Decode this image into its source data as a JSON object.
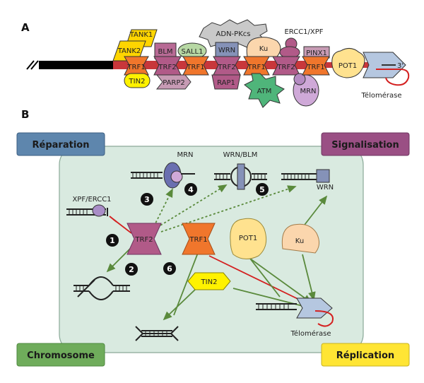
{
  "panels": {
    "a": "A",
    "b": "B"
  },
  "panel_a": {
    "top_labels": {
      "tank1": "TANK1",
      "tank2": "TANK2",
      "adn_pkcs": "ADN-PKcs",
      "ercc1_xpf": "ERCC1/XPF"
    },
    "proteins": {
      "tin2": "TIN2",
      "trf1_a": "TRF1",
      "blm": "BLM",
      "trf2_a": "TRF2",
      "parp2": "PARP2",
      "sall1": "SALL1",
      "trf1_b": "TRF1",
      "wrn": "WRN",
      "trf2_b": "TRF2",
      "rap1": "RAP1",
      "ku": "Ku",
      "trf1_c": "TRF1",
      "atm": "ATM",
      "trf2_c": "TRF2",
      "mrn": "MRN",
      "pinx1": "PINX1",
      "trf1_d": "TRF1",
      "pot1": "POT1"
    },
    "three_prime": "3'",
    "telomerase": "Télomérase"
  },
  "panel_b": {
    "corners": {
      "reparation": "Réparation",
      "signalisation": "Signalisation",
      "chromosome": "Chromosome",
      "replication": "Réplication"
    },
    "labels": {
      "mrn": "MRN",
      "wrn_blm": "WRN/BLM",
      "wrn": "WRN",
      "xpf_ercc1": "XPF/ERCC1",
      "telomerase": "Télomérase"
    },
    "numbers": [
      "1",
      "2",
      "3",
      "4",
      "5",
      "6"
    ],
    "proteins": {
      "trf2": "TRF2",
      "trf1": "TRF1",
      "pot1": "POT1",
      "ku": "Ku",
      "tin2": "TIN2"
    }
  },
  "colors": {
    "trf_orange": "#f0762c",
    "trf2_purple": "#b15a88",
    "pot1_yellow": "#ffe28f",
    "ku_peach": "#fbd6ad",
    "tin2_yellow": "#fff200",
    "mrn_lilac": "#cfa9d8",
    "atm_green": "#4fb57a",
    "adn_grey": "#c9c9c9",
    "wrn_blue": "#8592b8",
    "panel_bg": "#d9eae0",
    "arrow_green": "#5a8a3c",
    "inhibit_red": "#d42020",
    "reparation_blue": "#5e86ad",
    "signalisation_purple": "#9a4f84",
    "chromosome_green": "#6fac5b",
    "replication_yellow": "#ffe534"
  }
}
